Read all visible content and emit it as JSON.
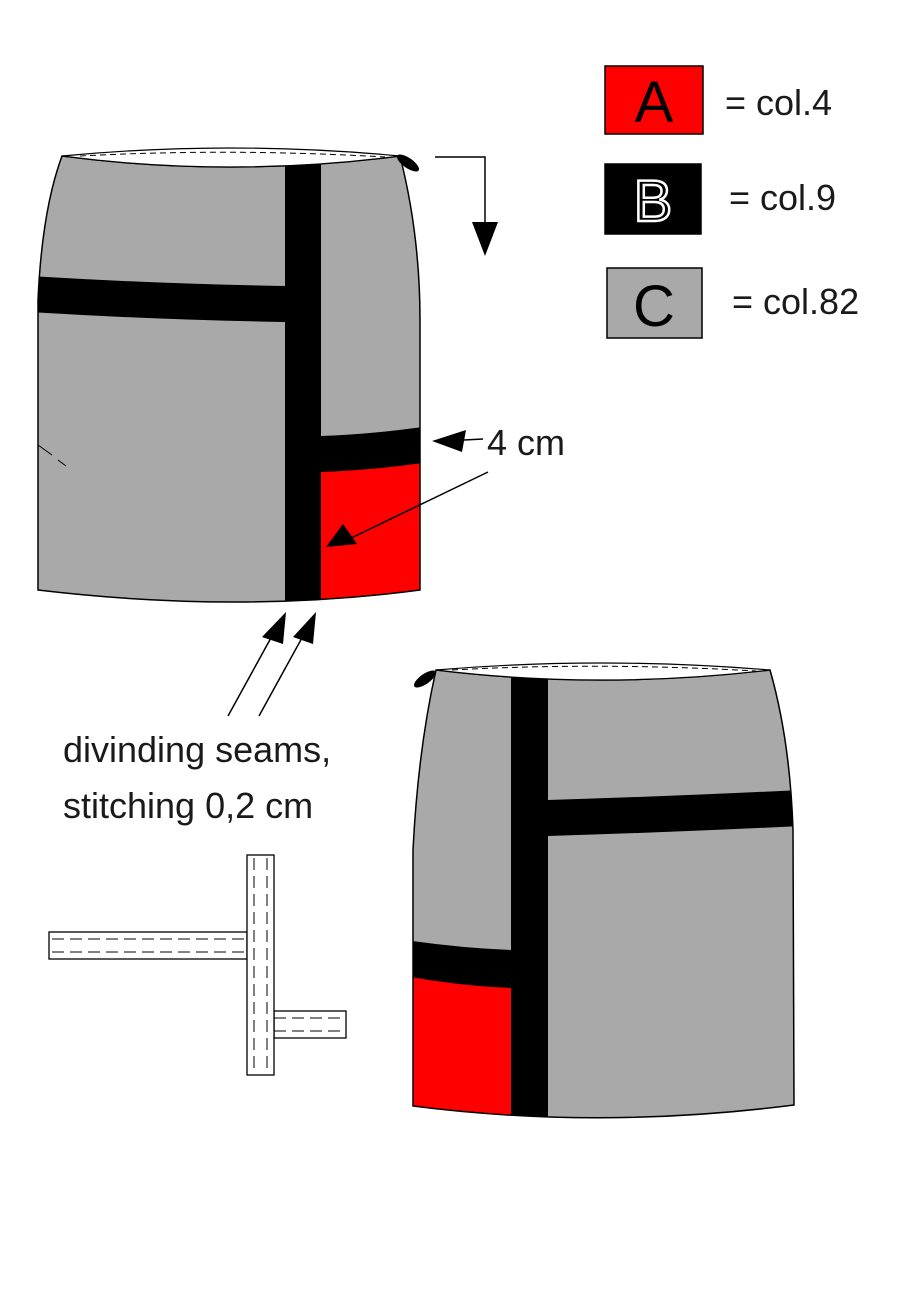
{
  "colors": {
    "gray": "#a9a9a9",
    "red": "#ff0000",
    "black": "#000000"
  },
  "legend": [
    {
      "letter": "A",
      "label": "= col.4",
      "color": "#ff0000"
    },
    {
      "letter": "B",
      "label": "= col.9",
      "color": "#000000"
    },
    {
      "letter": "C",
      "label": "= col.82",
      "color": "#a9a9a9"
    }
  ],
  "annotations": {
    "stripe_width": "4 cm",
    "seams_line1": "divinding seams,",
    "seams_line2": "stitching 0,2 cm"
  }
}
